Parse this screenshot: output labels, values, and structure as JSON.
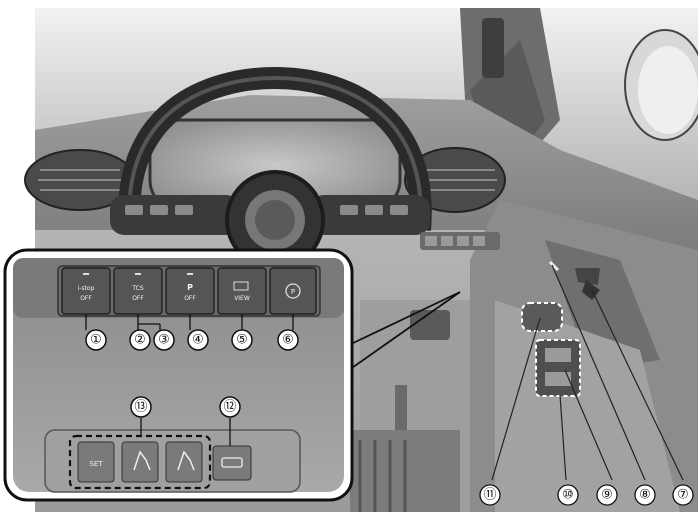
{
  "image": {
    "subject": "Mazda dashboard switch locations",
    "inset_buttons": [
      {
        "callout": "①",
        "top": "i-stop",
        "bottom": "OFF"
      },
      {
        "callout": "②",
        "top": "TCS",
        "bottom": "OFF"
      },
      {
        "callout": "④",
        "top": "P",
        "bottom": "OFF"
      },
      {
        "callout": "⑤",
        "top": "",
        "bottom": "VIEW"
      },
      {
        "callout": "⑥",
        "top": "",
        "bottom": ""
      }
    ],
    "lower_switches": {
      "set_label": "SET"
    },
    "callouts": {
      "c1": "①",
      "c2": "②",
      "c3": "③",
      "c4": "④",
      "c5": "⑤",
      "c6": "⑥",
      "c7": "⑦",
      "c8": "⑧",
      "c9": "⑨",
      "c10": "⑩",
      "c11": "⑪",
      "c12": "⑫",
      "c13": "⑬"
    }
  }
}
